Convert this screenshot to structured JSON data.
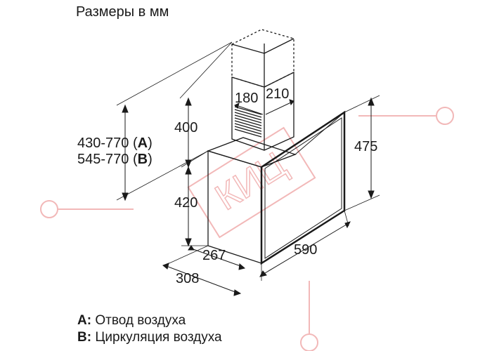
{
  "title": "Размеры в мм",
  "dimensions": {
    "chimney_depth": "180",
    "chimney_width": "210",
    "chimney_height": "400",
    "range_a_value": "430-770",
    "range_a_letter": "A",
    "range_b_value": "545-770",
    "range_b_letter": "B",
    "glass_height": "475",
    "body_height": "420",
    "body_depth_inner": "267",
    "body_depth_outer": "308",
    "width": "590"
  },
  "legend": [
    {
      "letter": "A:",
      "text": " Отвод воздуха"
    },
    {
      "letter": "B:",
      "text": " Циркуляция воздуха"
    }
  ],
  "watermark": "КИЦ",
  "colors": {
    "line": "#1a1a1a",
    "watermark": "#f2b8b8"
  }
}
